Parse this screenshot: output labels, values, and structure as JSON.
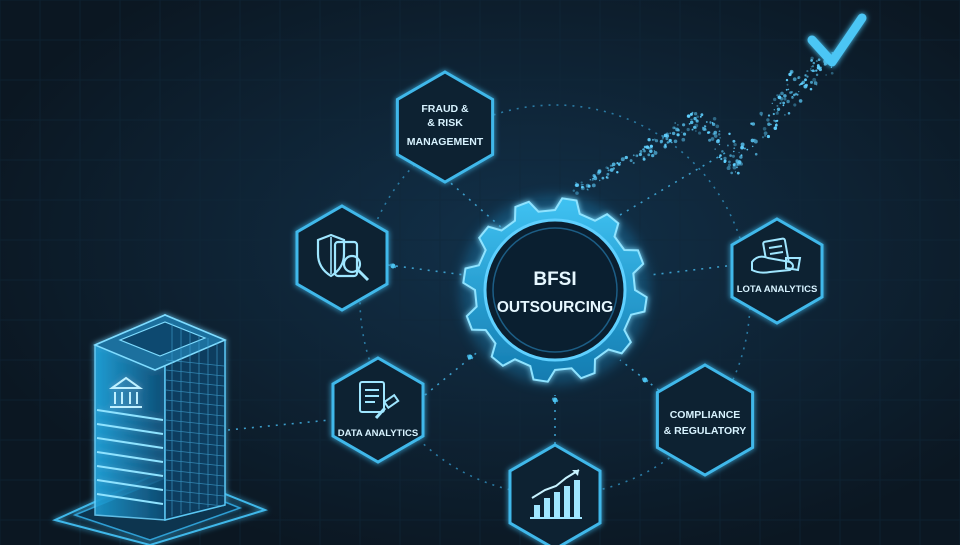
{
  "colors": {
    "background": "#0b1722",
    "accent": "#3fb8ea",
    "accent_bright": "#7fdcff",
    "node_fill": "#0c2233",
    "gear_fill": "#1a8cc4",
    "gear_inner": "#0a1f30",
    "text": "#d8f3ff"
  },
  "center": {
    "line1": "BFSI",
    "line2": "OUTSOURCING"
  },
  "nodes": {
    "fraud": {
      "line1": "FRAUD &",
      "line2": "& RISK",
      "line3": "MANAGEMENT"
    },
    "data_analytics_right": {
      "label": "LOTA ANALYTICS",
      "icon": "documents-hand-icon"
    },
    "compliance": {
      "line1": "COMPLIANCE",
      "line2": "& REGULATORY"
    },
    "data_analytics_left": {
      "label": "DATA ANALYTICS",
      "icon": "document-gavel-icon"
    },
    "security": {
      "icon": "shield-search-icon"
    },
    "chart": {
      "icon": "bar-chart-icon"
    }
  },
  "decor": {
    "building": "bank-building-icon",
    "trend": "rising-trend-checkmark-icon"
  }
}
